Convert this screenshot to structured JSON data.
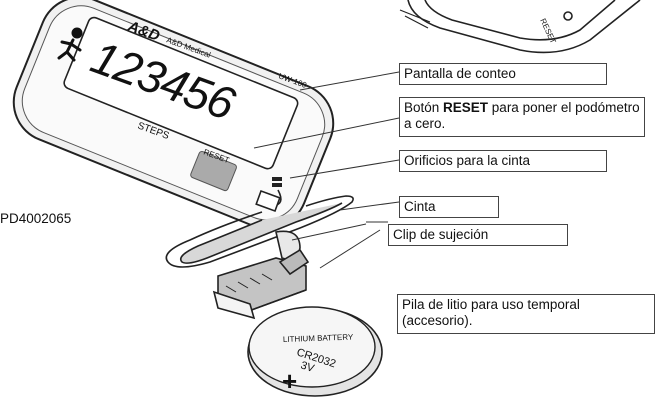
{
  "device": {
    "brand": "A&D",
    "brand_sub": "A&D Medical",
    "model": "UW-100",
    "display_digits": "123456",
    "steps_label": "STEPS",
    "reset_label": "RESET",
    "back_reset_label": "RESET"
  },
  "battery": {
    "text_top": "LITHIUM BATTERY",
    "model": "CR2032",
    "voltage": "3V",
    "polarity": "+"
  },
  "part_code": "PD4002065",
  "callouts": [
    {
      "id": "display",
      "text": "Pantalla de conteo"
    },
    {
      "id": "reset",
      "pre": "Botón ",
      "bold": "RESET",
      "post": " para poner el podómetro a cero."
    },
    {
      "id": "holes",
      "text": "Orificios para la cinta"
    },
    {
      "id": "strap",
      "text": "Cinta"
    },
    {
      "id": "clip",
      "text": "Clip de sujeción"
    },
    {
      "id": "battery",
      "text": "Pila de litio para uso temporal (accesorio)."
    }
  ]
}
